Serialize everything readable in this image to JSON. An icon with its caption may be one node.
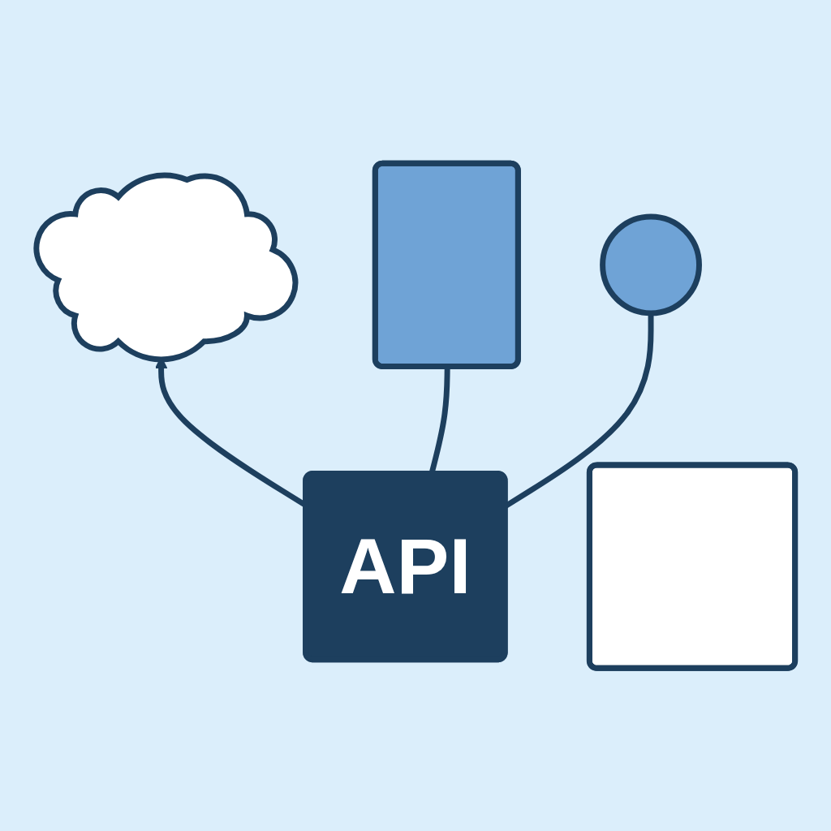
{
  "diagram": {
    "nodes": [
      {
        "text": [],
        "shape": "cloud"
      },
      {
        "text": [],
        "shape": "box"
      },
      {
        "text": [],
        "shape": "box"
      },
      {
        "text": [
          "API"
        ]
      },
      {
        "text": [],
        "shape": "circle"
      }
    ],
    "edges": [
      {
        "from": 3,
        "to": 0,
        "arrow": "to"
      },
      {
        "from": 3,
        "to": 2,
        "arrow": "none"
      },
      {
        "from": 3,
        "to": 4,
        "arrow": "none"
      }
    ]
  }
}
